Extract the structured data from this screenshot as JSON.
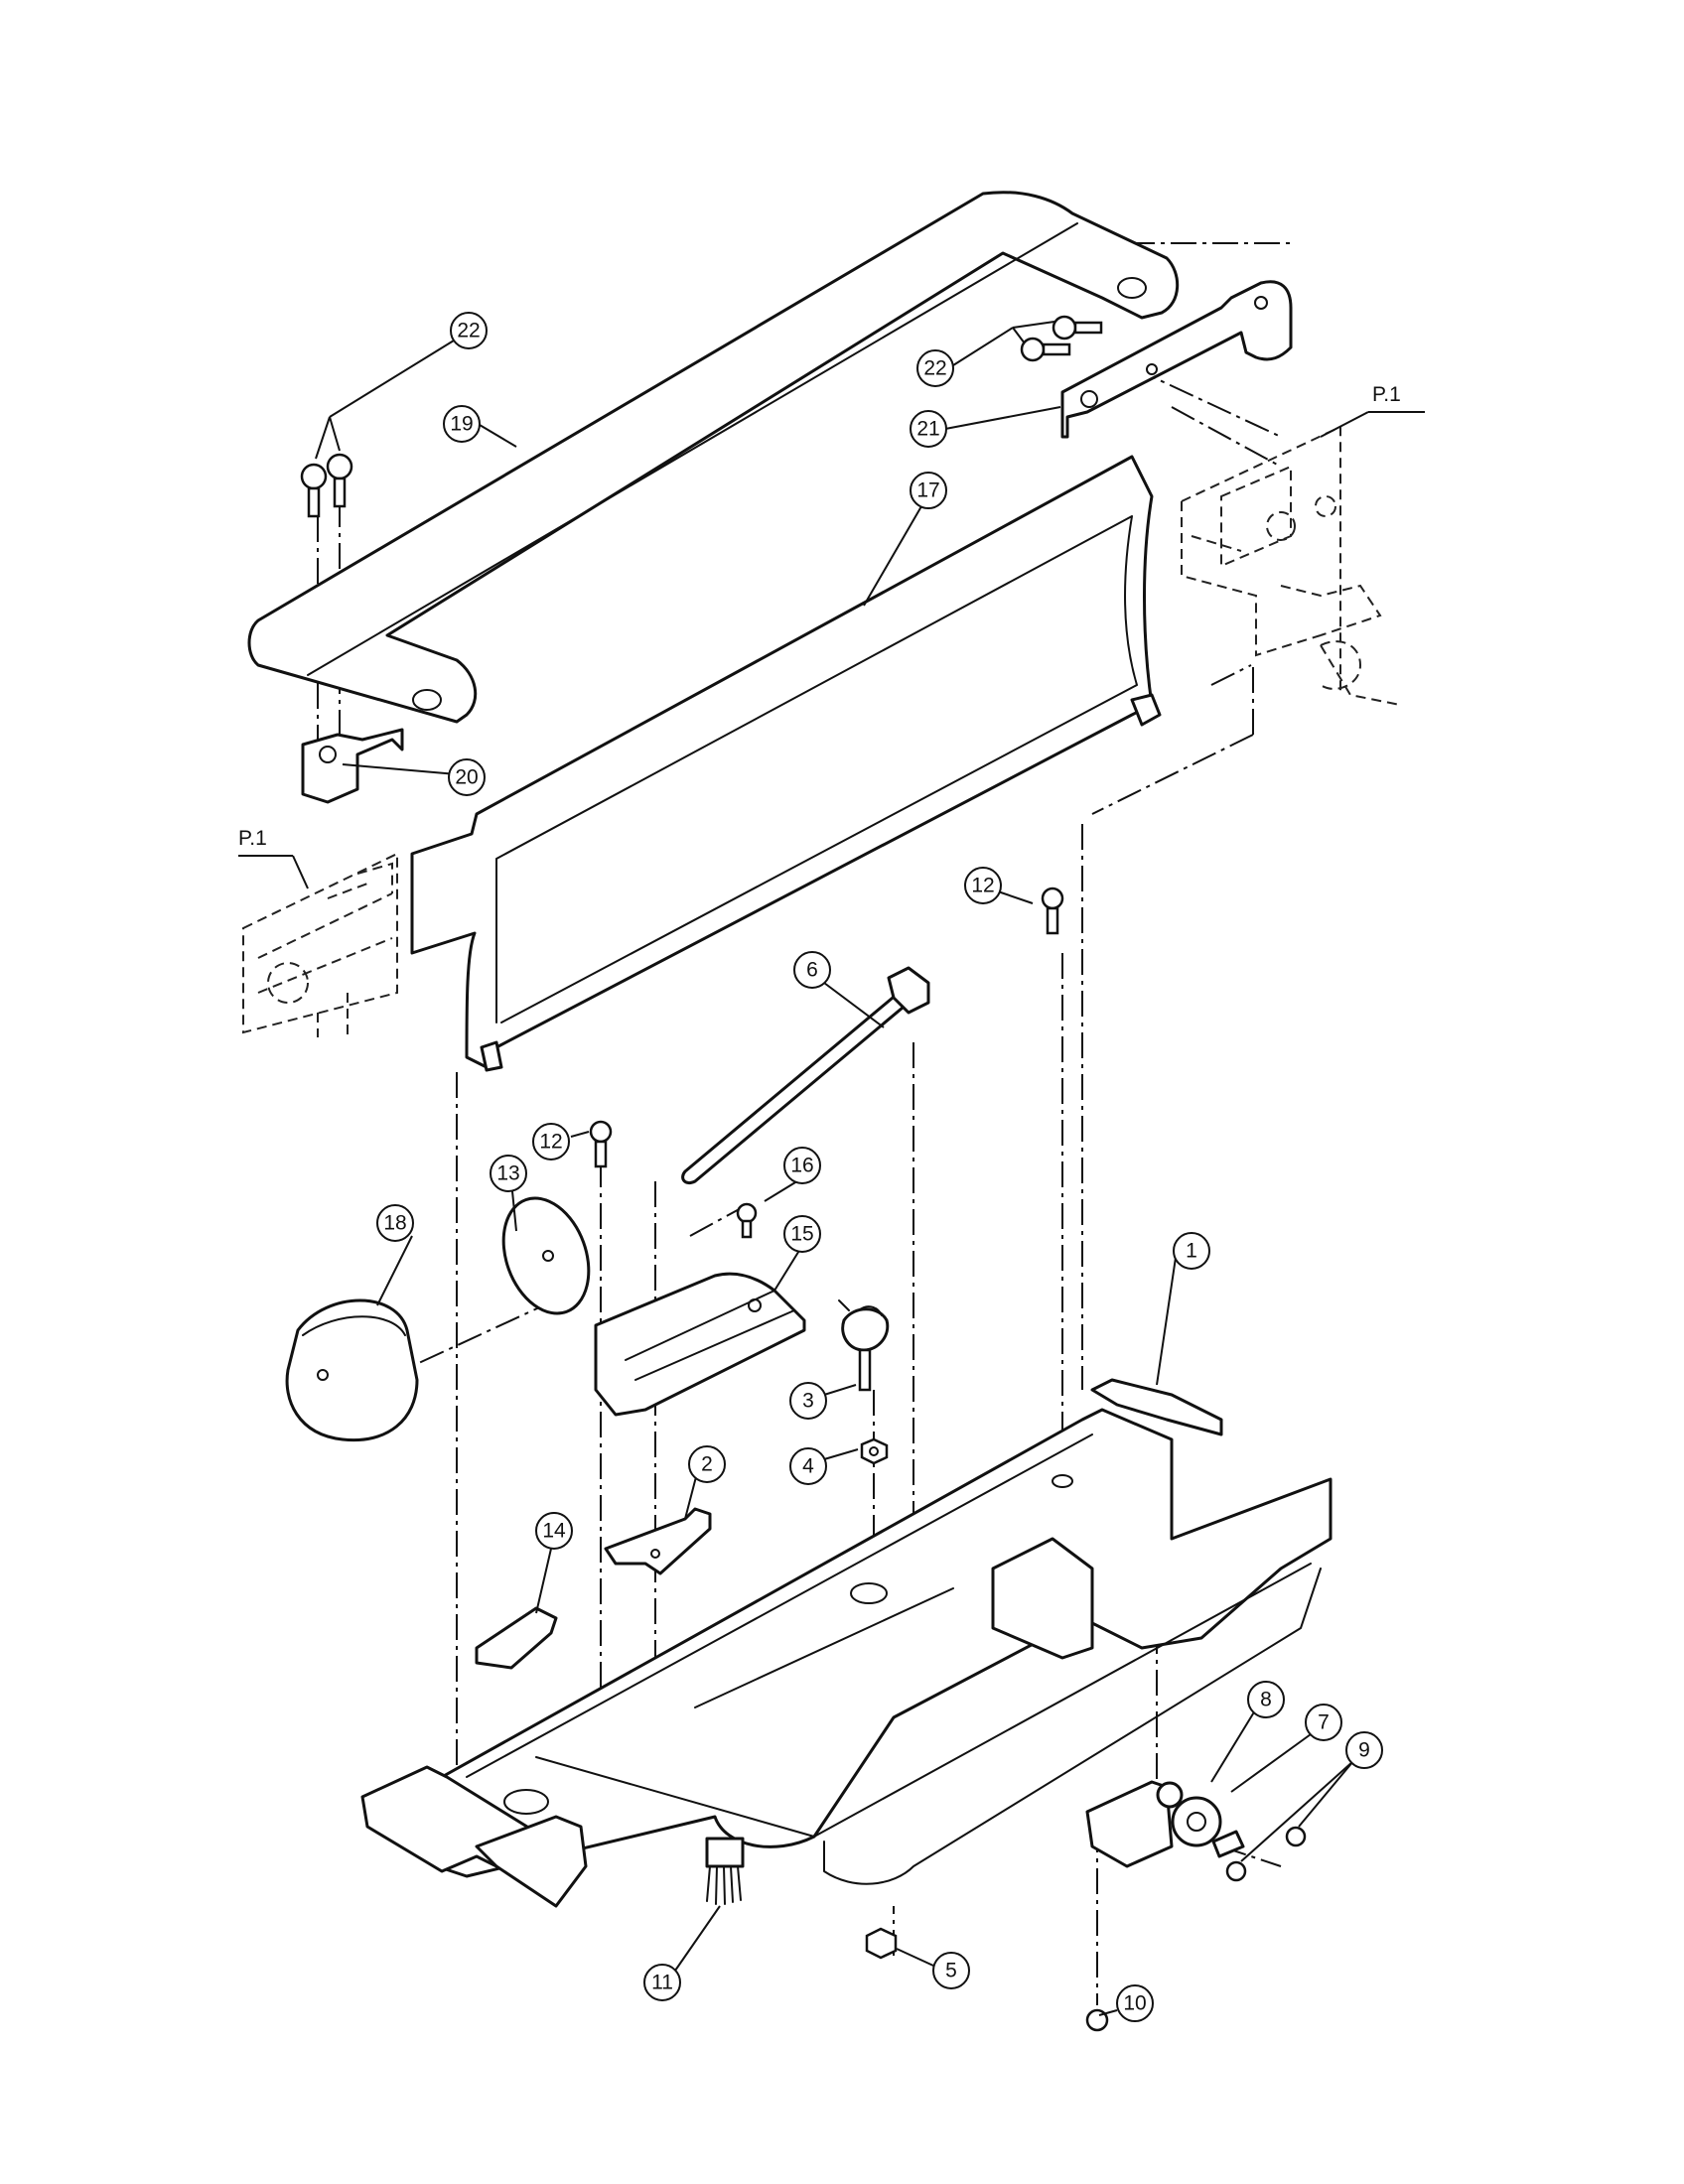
{
  "diagram": {
    "reference_labels": [
      "P.1",
      "P.1"
    ],
    "parts": [
      {
        "id": "1",
        "label": "1"
      },
      {
        "id": "2",
        "label": "2"
      },
      {
        "id": "3",
        "label": "3"
      },
      {
        "id": "4",
        "label": "4"
      },
      {
        "id": "5",
        "label": "5"
      },
      {
        "id": "6",
        "label": "6"
      },
      {
        "id": "7",
        "label": "7"
      },
      {
        "id": "8",
        "label": "8"
      },
      {
        "id": "9",
        "label": "9"
      },
      {
        "id": "10",
        "label": "10"
      },
      {
        "id": "11",
        "label": "11"
      },
      {
        "id": "12a",
        "label": "12"
      },
      {
        "id": "12b",
        "label": "12"
      },
      {
        "id": "13",
        "label": "13"
      },
      {
        "id": "14",
        "label": "14"
      },
      {
        "id": "15",
        "label": "15"
      },
      {
        "id": "16",
        "label": "16"
      },
      {
        "id": "17",
        "label": "17"
      },
      {
        "id": "18",
        "label": "18"
      },
      {
        "id": "19",
        "label": "19"
      },
      {
        "id": "20",
        "label": "20"
      },
      {
        "id": "21",
        "label": "21"
      },
      {
        "id": "22a",
        "label": "22"
      },
      {
        "id": "22b",
        "label": "22"
      }
    ]
  }
}
